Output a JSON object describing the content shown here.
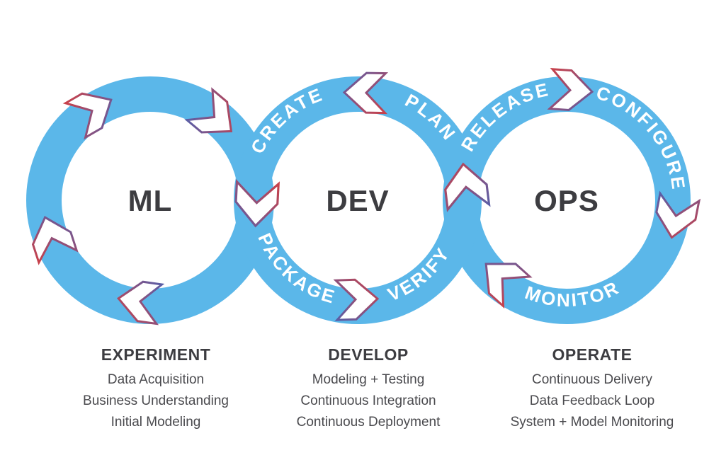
{
  "diagram": {
    "ml": {
      "label": "ML"
    },
    "dev": {
      "label": "DEV",
      "arc": {
        "create": "CREATE",
        "plan": "PLAN",
        "package": "PACKAGE",
        "verify": "VERIFY"
      }
    },
    "ops": {
      "label": "OPS",
      "arc": {
        "release": "RELEASE",
        "configure": "CONFIGURE",
        "monitor": "MONITOR"
      }
    },
    "colors": {
      "ring_blue": "#5bb7e9",
      "arrow_fill": "#ffffff",
      "arrow_edge_red": "#c8414b",
      "arrow_edge_blue": "#5b5ea6",
      "label_dark": "#3d3d41"
    }
  },
  "columns": [
    {
      "heading": "EXPERIMENT",
      "items": [
        "Data Acquisition",
        "Business Understanding",
        "Initial Modeling"
      ]
    },
    {
      "heading": "DEVELOP",
      "items": [
        "Modeling + Testing",
        "Continuous Integration",
        "Continuous Deployment"
      ]
    },
    {
      "heading": "OPERATE",
      "items": [
        "Continuous Delivery",
        "Data Feedback Loop",
        "System + Model Monitoring"
      ]
    }
  ]
}
